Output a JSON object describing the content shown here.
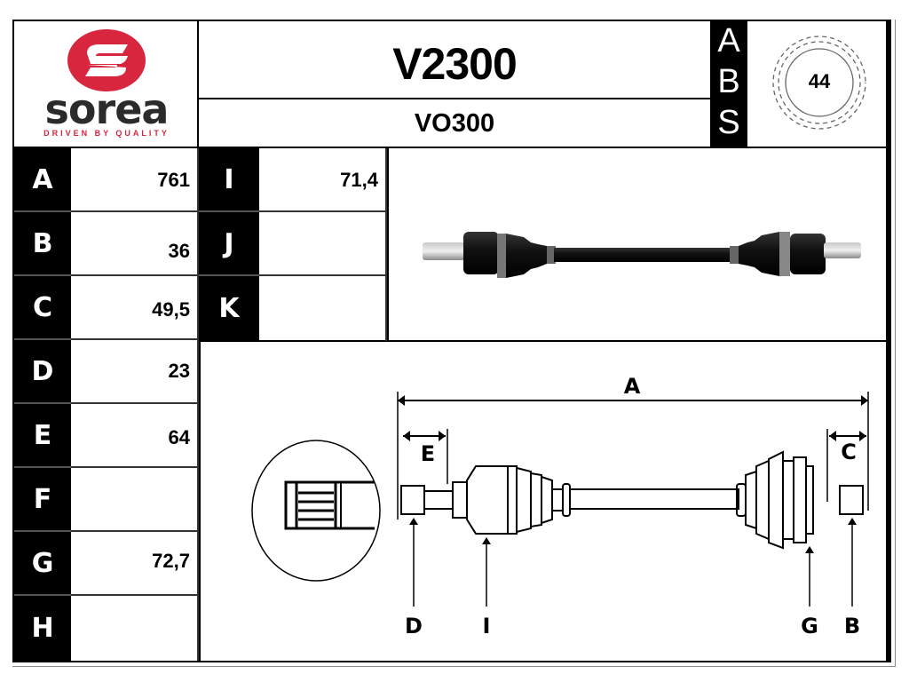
{
  "brand": {
    "name": "sorea",
    "tagline": "DRIVEN BY QUALITY",
    "accent_color": "#d7263d",
    "text_color": "#2b2b2b"
  },
  "header": {
    "part_number": "V2300",
    "reference": "VO300"
  },
  "abs": {
    "label_letters": [
      "A",
      "B",
      "S"
    ],
    "teeth_count": "44",
    "icon": "abs-tone-ring-icon"
  },
  "dimensions_left": [
    {
      "label": "A",
      "value": "761"
    },
    {
      "label": "B",
      "value": "36"
    },
    {
      "label": "C",
      "value": "49,5"
    },
    {
      "label": "D",
      "value": "23"
    },
    {
      "label": "E",
      "value": "64"
    },
    {
      "label": "F",
      "value": ""
    },
    {
      "label": "G",
      "value": "72,7"
    },
    {
      "label": "H",
      "value": ""
    }
  ],
  "dimensions_right": [
    {
      "label": "I",
      "value": "71,4"
    },
    {
      "label": "J",
      "value": ""
    },
    {
      "label": "K",
      "value": ""
    }
  ],
  "photo": {
    "subject": "drive-shaft-photo"
  },
  "diagram": {
    "labels": {
      "overall": "A",
      "left_length": "E",
      "right_length": "C",
      "left_spline": "D",
      "inner_joint": "I",
      "abs_ring": "G",
      "right_spline": "B"
    }
  }
}
